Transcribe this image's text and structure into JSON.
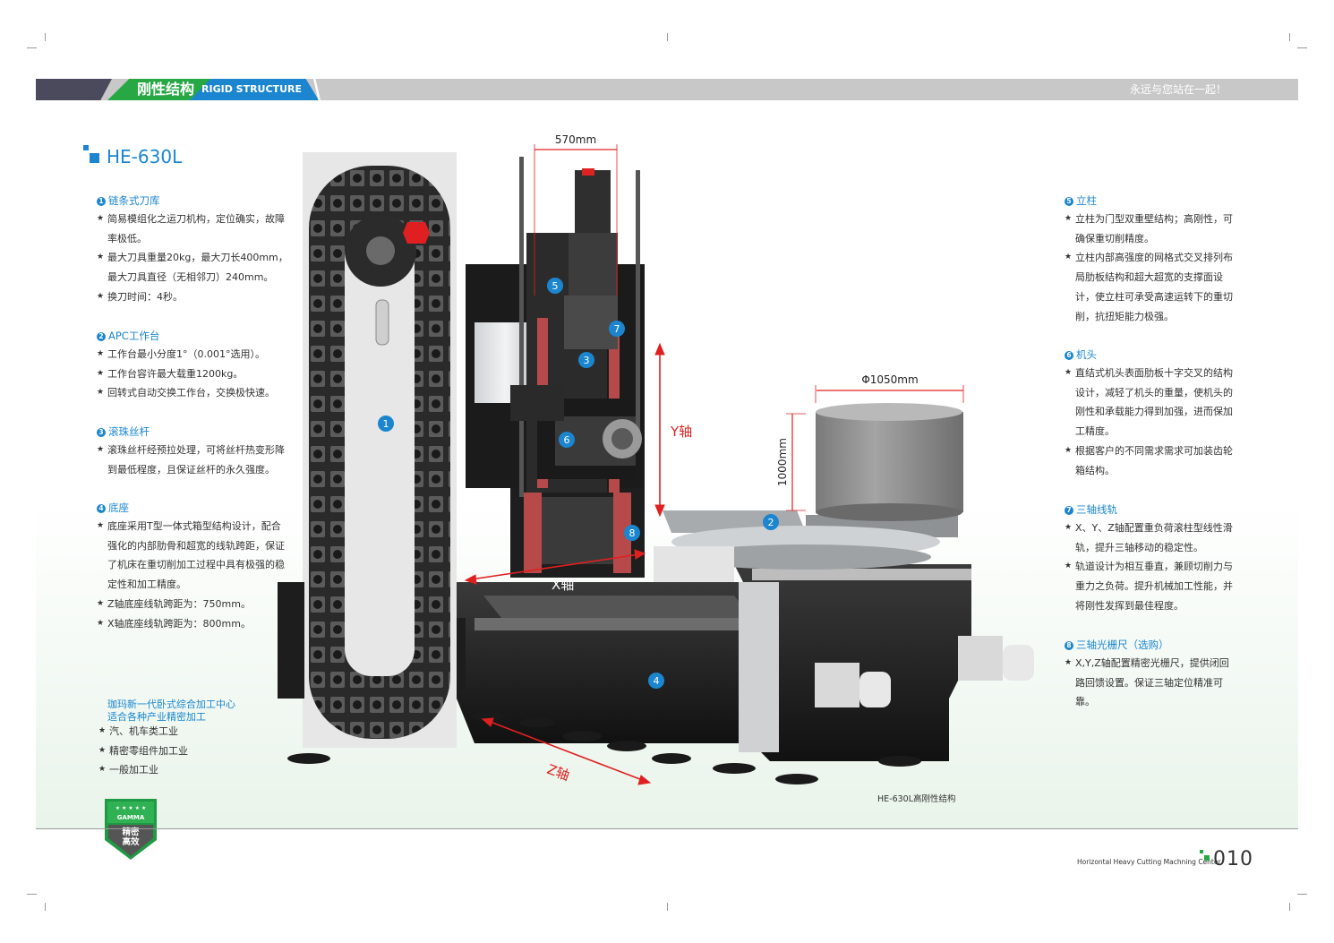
{
  "header": {
    "cn_title": "刚性结构",
    "en_title": "RIGID STRUCTURE",
    "slogan": "永远与您站在一起！"
  },
  "model": "HE-630L",
  "left_features": [
    {
      "num": "1",
      "title": "链条式刀库",
      "items": [
        "简易模组化之运刀机构，定位确实，故障率极低。",
        "最大刀具重量20kg，最大刀长400mm，最大刀具直径（无相邻刀）240mm。",
        "换刀时间：4秒。"
      ]
    },
    {
      "num": "2",
      "title": "APC工作台",
      "items": [
        "工作台最小分度1°（0.001°选用）。",
        "工作台容许最大载重1200kg。",
        "回转式自动交换工作台，交换极快速。"
      ]
    },
    {
      "num": "3",
      "title": "滚珠丝杆",
      "items": [
        "滚珠丝杆经预拉处理，可将丝杆热变形降到最低程度，且保证丝杆的永久强度。"
      ]
    },
    {
      "num": "4",
      "title": "底座",
      "items": [
        "底座采用T型一体式箱型结构设计，配合强化的内部肋骨和超宽的线轨跨距，保证了机床在重切削加工过程中具有极强的稳定性和加工精度。",
        "Z轴底座线轨跨距为：750mm。",
        "X轴底座线轨跨距为：800mm。"
      ]
    }
  ],
  "right_features": [
    {
      "num": "5",
      "title": "立柱",
      "items": [
        "立柱为门型双重壁结构；高刚性，可确保重切削精度。",
        "立柱内部高强度的网格式交叉排列布局肋板结构和超大超宽的支撑面设计，使立柱可承受高速运转下的重切削，抗扭矩能力极强。"
      ]
    },
    {
      "num": "6",
      "title": "机头",
      "items": [
        "直结式机头表面肋板十字交叉的结构设计，减轻了机头的重量，使机头的刚性和承载能力得到加强，进而保加工精度。",
        "根据客户的不同需求需求可加装齿轮箱结构。"
      ]
    },
    {
      "num": "7",
      "title": "三轴线轨",
      "items": [
        "X、Y、Z轴配置重负荷滚柱型线性滑轨，提升三轴移动的稳定性。",
        "轨道设计为相互垂直，兼顾切削力与重力之负荷。提升机械加工性能，并将刚性发挥到最佳程度。"
      ]
    },
    {
      "num": "8",
      "title": "三轴光栅尺（选购）",
      "items": [
        "X,Y,Z轴配置精密光栅尺，提供闭回路回馈设置。保证三轴定位精准可靠。"
      ]
    }
  ],
  "industries": {
    "title_line1": "珈玛新一代卧式综合加工中心",
    "title_line2": "适合各种产业精密加工",
    "items": [
      "汽、机车类工业",
      "精密零组件加工业",
      "一般加工业"
    ]
  },
  "badge": {
    "brand": "GAMMA",
    "line1": "精密",
    "line2": "高效"
  },
  "diagram": {
    "dim_width": "570mm",
    "dim_diameter": "Φ1050mm",
    "dim_height": "1000mm",
    "y_axis": "Y轴",
    "x_axis": "X轴",
    "z_axis": "Z轴",
    "markers": [
      "1",
      "2",
      "3",
      "4",
      "5",
      "6",
      "7",
      "8"
    ],
    "caption": "HE-630L高刚性结构"
  },
  "footer": {
    "en_subtitle": "Horizontal Heavy Cutting Machning Center",
    "page_number": "010"
  },
  "colors": {
    "blue": "#1b86cf",
    "green": "#27a845",
    "gray": "#c8c8c8",
    "dark": "#4a4a5c",
    "red": "#e02020"
  }
}
